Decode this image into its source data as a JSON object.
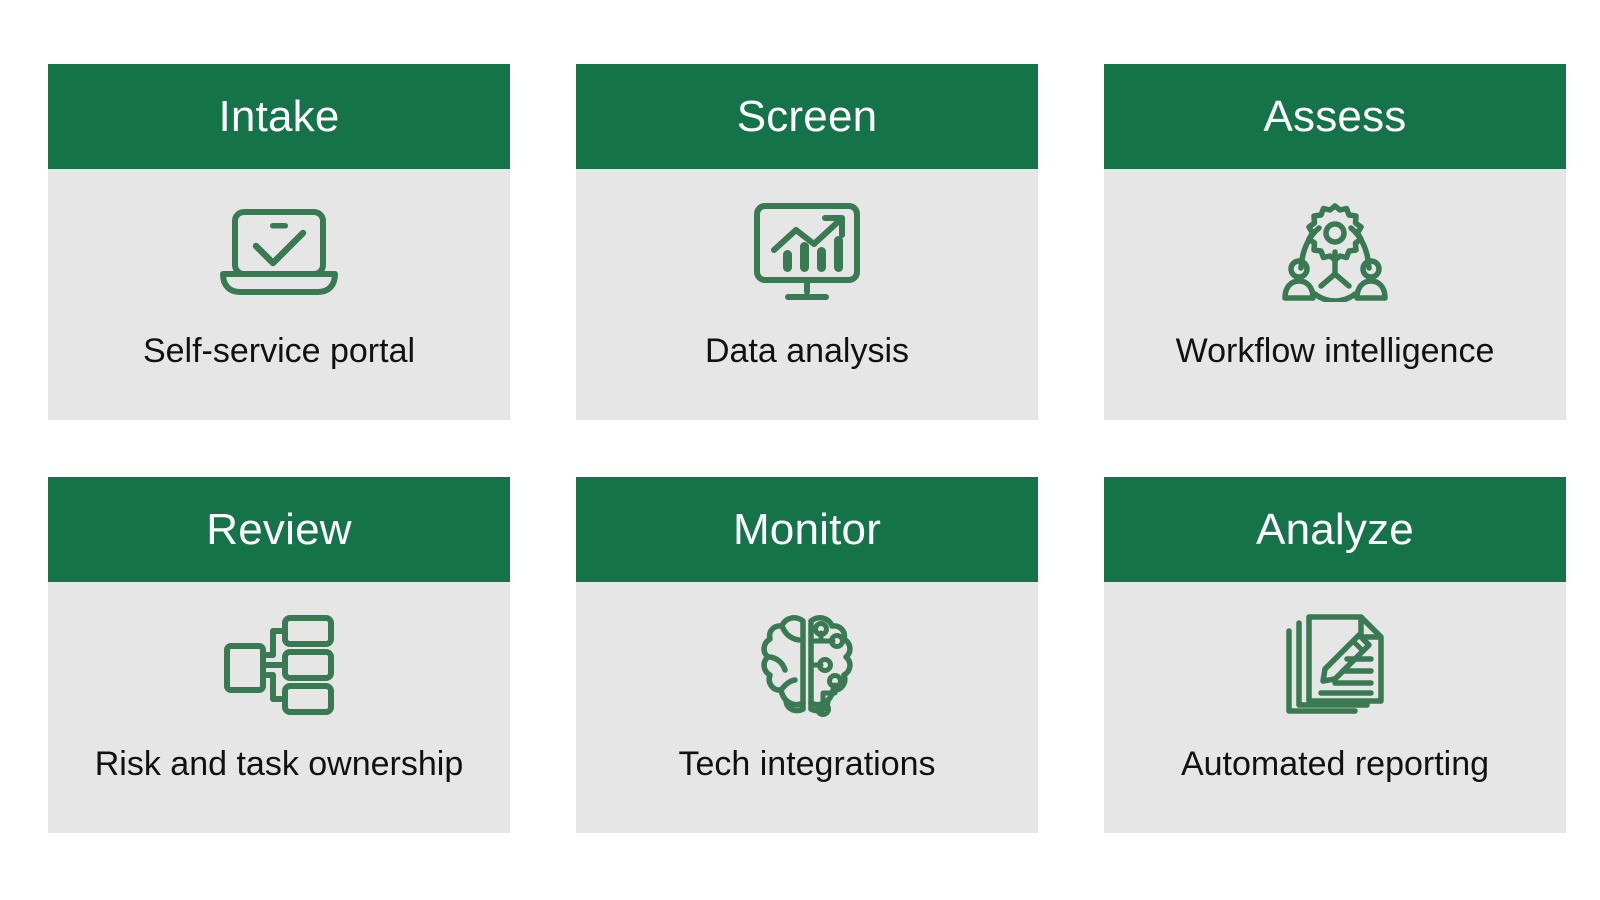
{
  "theme": {
    "header_green": "#15734a",
    "body_gray": "#e6e6e6",
    "page_background": "#ffffff",
    "title_text_color": "#ffffff",
    "label_text_color": "#111111",
    "icon_stroke": "#3a7a52"
  },
  "cards": [
    {
      "title": "Intake",
      "label": "Self-service portal",
      "icon": "laptop-check-icon"
    },
    {
      "title": "Screen",
      "label": "Data analysis",
      "icon": "monitor-chart-icon"
    },
    {
      "title": "Assess",
      "label": "Workflow intelligence",
      "icon": "gear-people-network-icon"
    },
    {
      "title": "Review",
      "label": "Risk and task ownership",
      "icon": "hierarchy-boxes-icon"
    },
    {
      "title": "Monitor",
      "label": "Tech integrations",
      "icon": "ai-brain-circuit-icon"
    },
    {
      "title": "Analyze",
      "label": "Automated reporting",
      "icon": "documents-pencil-icon"
    }
  ]
}
